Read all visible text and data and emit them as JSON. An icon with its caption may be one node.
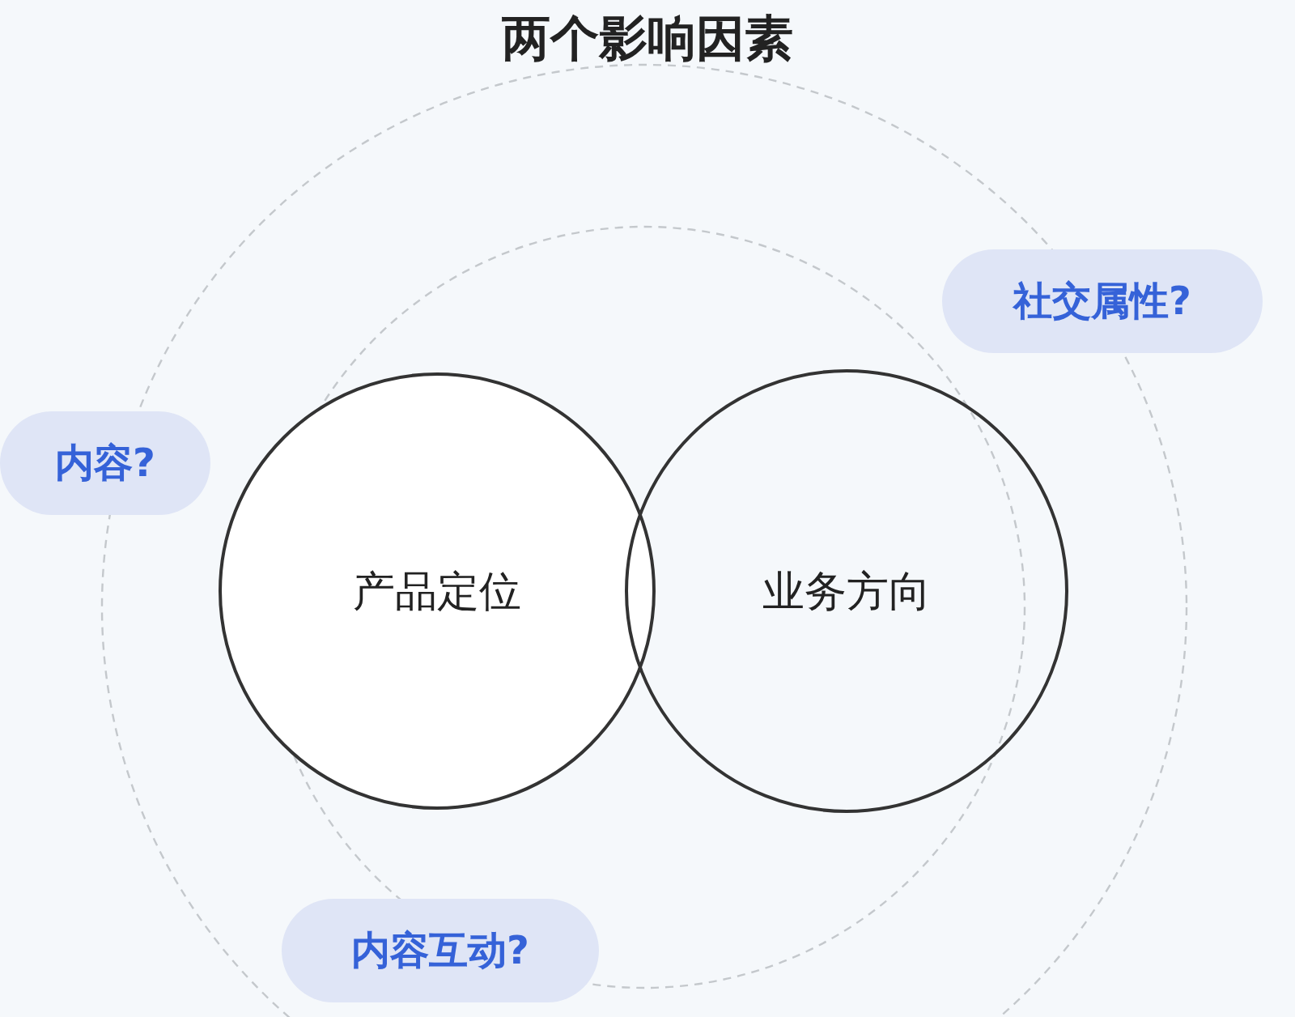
{
  "diagram": {
    "title": "两个影响因素",
    "nodes": [
      {
        "text": [
          "产品定位"
        ]
      },
      {
        "text": [
          "业务方向"
        ]
      },
      {
        "text": [
          "社交属性?"
        ]
      },
      {
        "text": [
          "内容?"
        ]
      },
      {
        "text": [
          "内容互动?"
        ]
      }
    ]
  }
}
